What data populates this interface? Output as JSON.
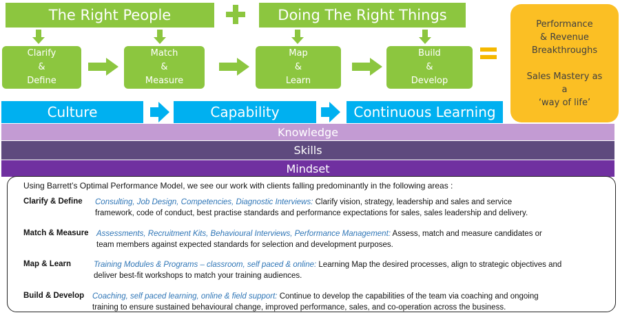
{
  "top_left": "The Right People",
  "top_right": "Doing The Right Things",
  "stages": [
    {
      "line1": "Clarify",
      "line2": "&",
      "line3": "Define"
    },
    {
      "line1": "Match",
      "line2": "&",
      "line3": "Measure"
    },
    {
      "line1": "Map",
      "line2": "&",
      "line3": "Learn"
    },
    {
      "line1": "Build",
      "line2": "&",
      "line3": "Develop"
    }
  ],
  "outcome": {
    "line1": "Performance",
    "line2": "& Revenue",
    "line3": "Breakthroughs",
    "line4": "Sales Mastery as",
    "line5": "a",
    "line6": "‘way of life’"
  },
  "blue_stages": [
    "Culture",
    "Capability",
    "Continuous Learning"
  ],
  "bands": [
    "Knowledge",
    "Skills",
    "Mindset"
  ],
  "colors": {
    "green": "#8cc63f",
    "blue": "#00b0f0",
    "knowledge": "#c39bd3",
    "skills": "#5e4a7e",
    "mindset": "#7030a0",
    "orange": "#fbbf24",
    "italic_blue": "#2e75b6"
  },
  "intro": "Using Barrett’s Optimal Performance Model, we see our work with clients falling predominantly in the following areas :",
  "rows": [
    {
      "label": "Clarify & Define",
      "italic": "Consulting, Job Design, Competencies, Diagnostic Interviews:",
      "text1": " Clarify vision, strategy, leadership and sales and service",
      "text2": "framework, code of  conduct, best practise standards and performance expectations for sales, sales leadership and delivery."
    },
    {
      "label": "Match & Measure",
      "italic": "Assessments, Recruitment Kits, Behavioural Interviews, Performance Management:",
      "text1": " Assess, match and measure candidates or",
      "text2": "team  members against expected standards for selection and development purposes."
    },
    {
      "label": "Map & Learn",
      "italic": "Training Modules & Programs – classroom, self paced & online:",
      "text1": " Learning Map the desired processes, align to strategic objectives and",
      "text2": "deliver best-fit workshops to match your training audiences."
    },
    {
      "label": "Build & Develop",
      "italic": "Coaching, self paced learning, online & field support:",
      "text1": " Continue to develop the capabilities of the team via coaching and ongoing",
      "text2": "training to ensure sustained behavioural change, improved performance, sales, and co-operation across the business."
    }
  ]
}
